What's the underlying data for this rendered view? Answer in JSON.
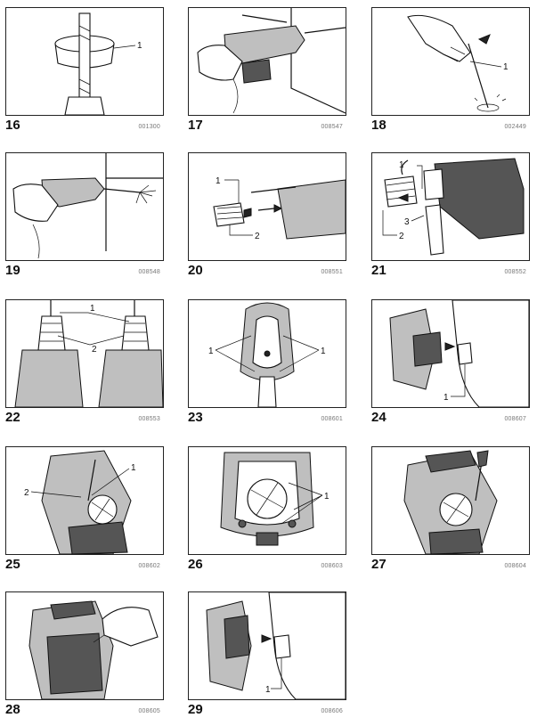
{
  "figures": [
    {
      "number": "16",
      "code": "001300",
      "callouts": [
        "1"
      ]
    },
    {
      "number": "17",
      "code": "008547",
      "callouts": []
    },
    {
      "number": "18",
      "code": "002449",
      "callouts": [
        "1"
      ]
    },
    {
      "number": "19",
      "code": "008548",
      "callouts": []
    },
    {
      "number": "20",
      "code": "008551",
      "callouts": [
        "1",
        "2"
      ]
    },
    {
      "number": "21",
      "code": "008552",
      "callouts": [
        "1",
        "3",
        "2"
      ]
    },
    {
      "number": "22",
      "code": "008553",
      "callouts": [
        "1",
        "2"
      ]
    },
    {
      "number": "23",
      "code": "008601",
      "callouts": [
        "1",
        "1"
      ]
    },
    {
      "number": "24",
      "code": "008607",
      "callouts": [
        "1"
      ]
    },
    {
      "number": "25",
      "code": "008602",
      "callouts": [
        "2",
        "1"
      ]
    },
    {
      "number": "26",
      "code": "008603",
      "callouts": [
        "1"
      ]
    },
    {
      "number": "27",
      "code": "008604",
      "callouts": []
    },
    {
      "number": "28",
      "code": "008605",
      "callouts": []
    },
    {
      "number": "29",
      "code": "008606",
      "callouts": [
        "1"
      ]
    }
  ]
}
